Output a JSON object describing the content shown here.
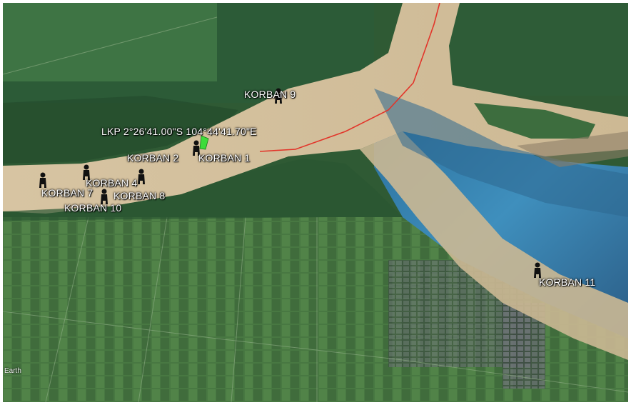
{
  "map": {
    "lkp_label": "LKP   2°26'41.00\"S 104°44'41.70\"E",
    "watermark": "Earth",
    "route_color": "#e2352a",
    "lkp_marker_color": "#3ddc3a",
    "victims": [
      {
        "label": "KORBAN 1"
      },
      {
        "label": "KORBAN 2"
      },
      {
        "label": "KORBAN 4"
      },
      {
        "label": "KORBAN 7"
      },
      {
        "label": "KORBAN 8"
      },
      {
        "label": "KORBAN 9"
      },
      {
        "label": "KORBAN 10"
      },
      {
        "label": "KORBAN 11"
      }
    ]
  }
}
